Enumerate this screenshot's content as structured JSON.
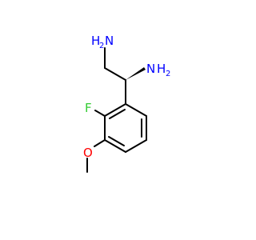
{
  "molecule": {
    "atoms": {
      "nh2_top": {
        "element": "N",
        "hydrogen": "H",
        "subscript": "2",
        "color": "#0000ff"
      },
      "nh2_right": {
        "element": "N",
        "hydrogen": "H",
        "subscript": "2",
        "color": "#0000ff"
      },
      "fluorine": {
        "element": "F",
        "color": "#33cc33"
      },
      "oxygen": {
        "element": "O",
        "color": "#ff0000"
      }
    },
    "bond_color": "#000000",
    "background": "#ffffff"
  }
}
